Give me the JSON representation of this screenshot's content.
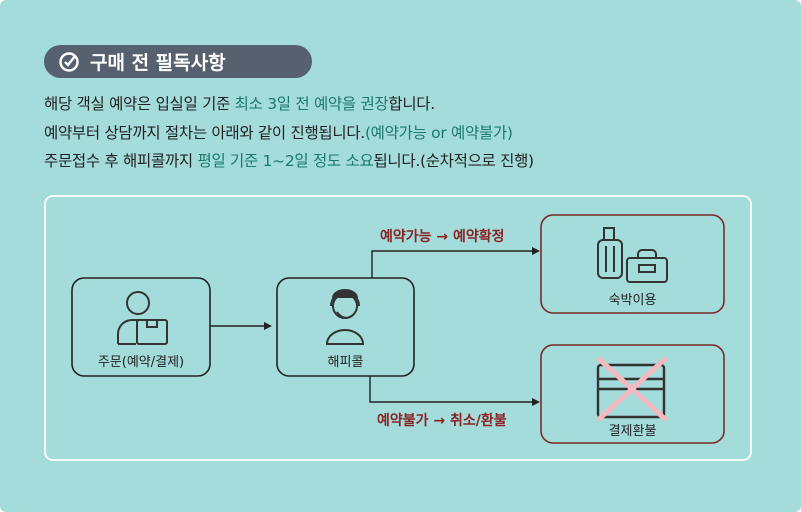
{
  "header": {
    "title": "구매 전 필독사항",
    "icon": "check-circle-icon"
  },
  "notice": {
    "line1": {
      "a": "해당 객실 예약은 입실일 기준 ",
      "b": "최소 3일 전 예약을 권장",
      "c": "합니다."
    },
    "line2": {
      "a": "예약부터 상담까지 절차는 아래와 같이 진행됩니다.",
      "b": "(예약가능 or 예약불가)"
    },
    "line3": {
      "a": "주문접수 후 해피콜까지 ",
      "b": "평일 기준 1~2일 정도 소요",
      "c": "됩니다.(순차적으로 진행)"
    }
  },
  "flow": {
    "order": "주문(예약/결제)",
    "happycall": "해피콜",
    "stay": "숙박이용",
    "refund": "결제환불",
    "possible_label": "예약가능 → 예약확정",
    "impossible_label": "예약불가 → 취소/환불"
  },
  "colors": {
    "background": "#a4dbdb",
    "pill": "#56606e",
    "highlight": "#1a7a6e",
    "label_red": "#8a2323",
    "box_border_red": "#7a2a2a"
  }
}
